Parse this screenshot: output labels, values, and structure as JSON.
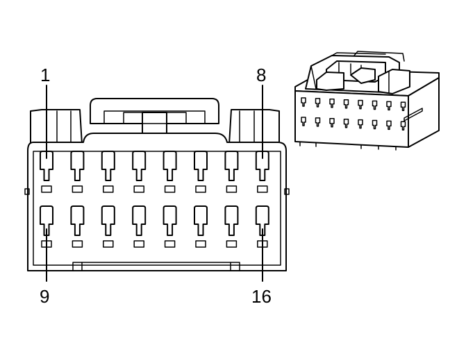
{
  "connector": {
    "pin_labels": {
      "top_left": "1",
      "top_right": "8",
      "bottom_left": "9",
      "bottom_right": "16"
    },
    "rows": 2,
    "pins_per_row": 8
  }
}
